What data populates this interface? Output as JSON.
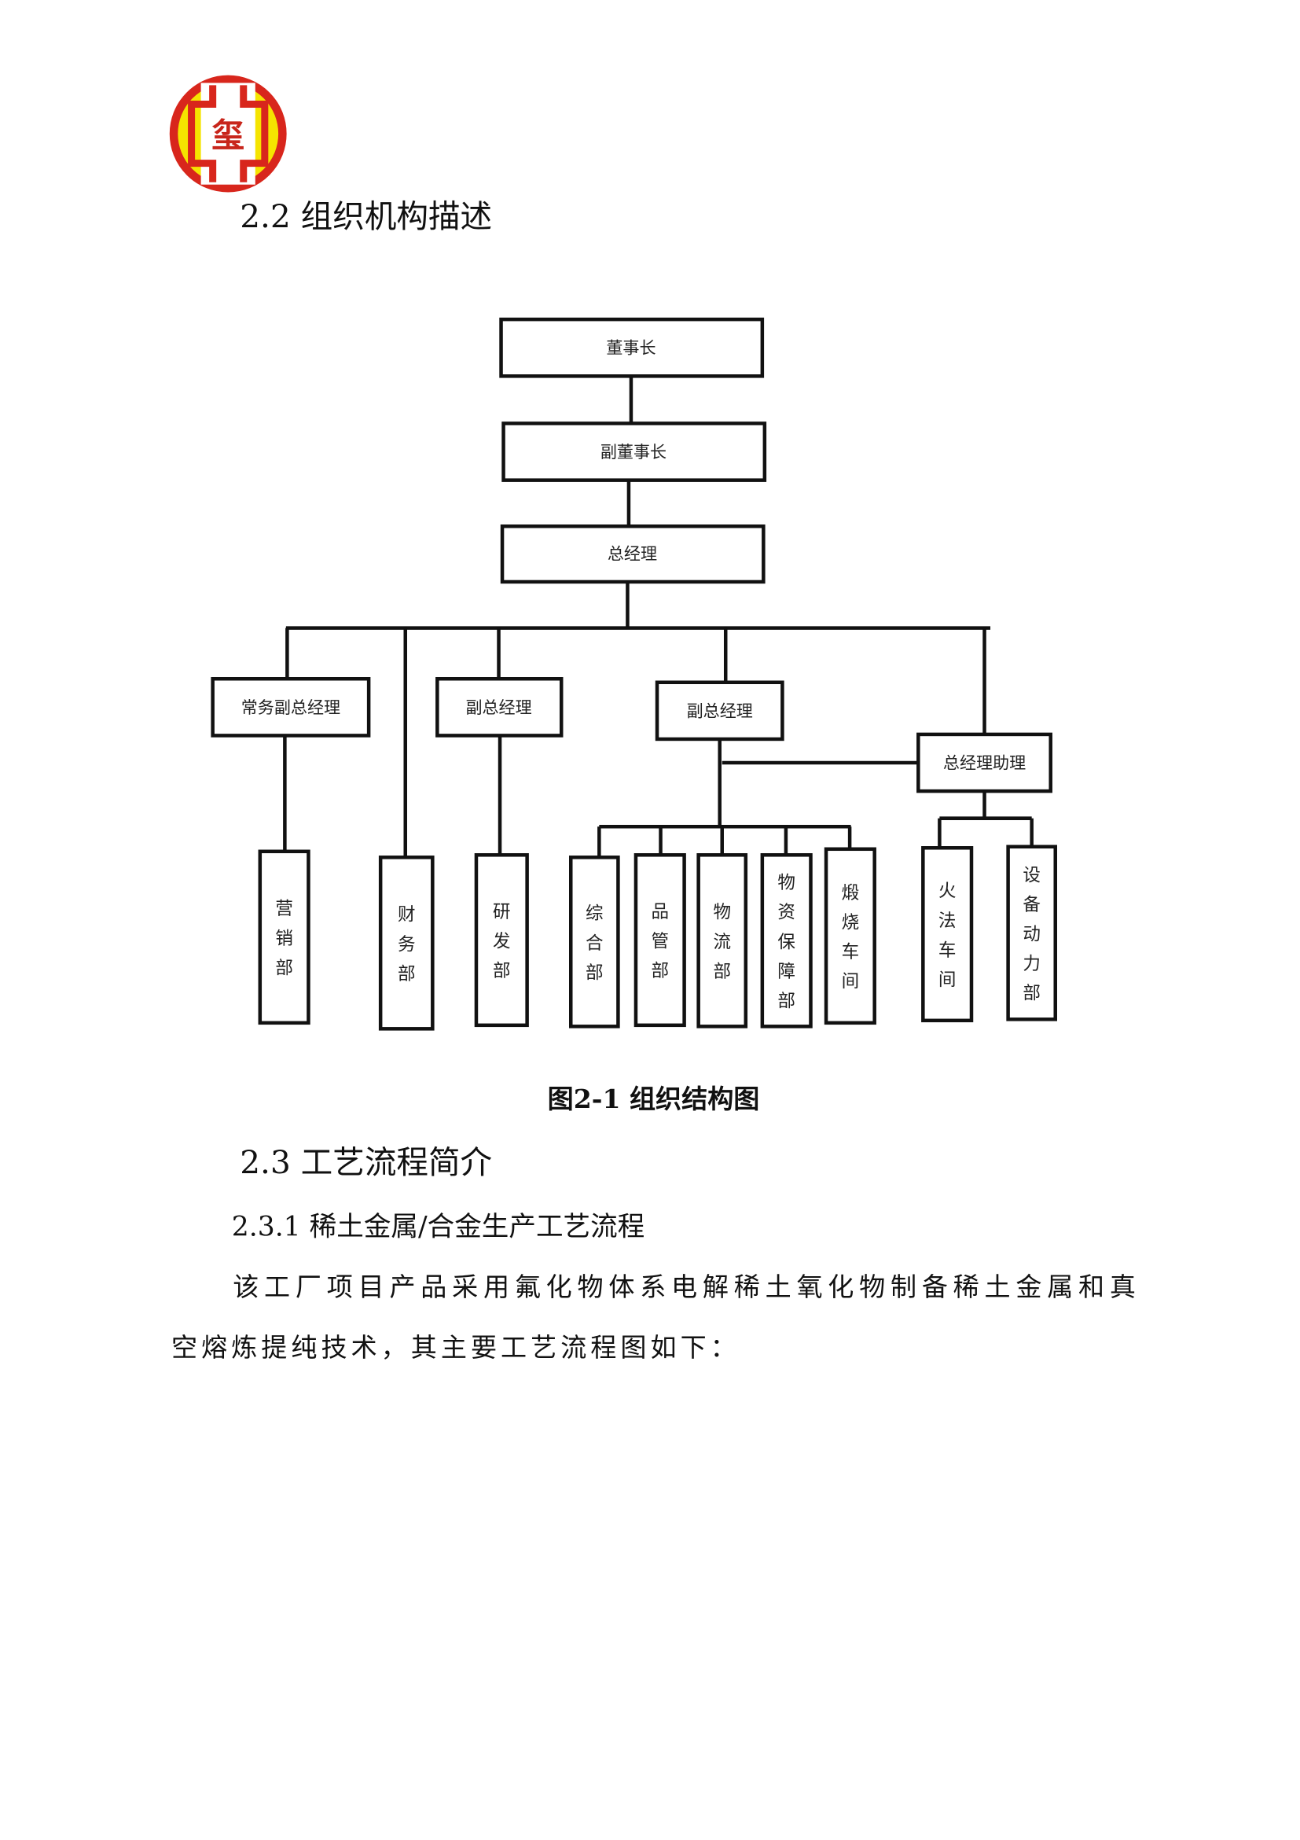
{
  "logo": {
    "glyph": "玺"
  },
  "section_2_2": {
    "title": "2.2 组织机构描述"
  },
  "org_chart": {
    "chairman": "董事长",
    "vice_chairman": "副董事长",
    "general_manager": "总经理",
    "executive_deputy_gm": "常务副总经理",
    "deputy_gm_1": "副总经理",
    "deputy_gm_2": "副总经理",
    "gm_assistant": "总经理助理",
    "departments": [
      [
        "营",
        "销",
        "部"
      ],
      [
        "财",
        "务",
        "部"
      ],
      [
        "研",
        "发",
        "部"
      ],
      [
        "综",
        "合",
        "部"
      ],
      [
        "品",
        "管",
        "部"
      ],
      [
        "物",
        "流",
        "部"
      ],
      [
        "物",
        "资",
        "保",
        "障",
        "部"
      ],
      [
        "煅",
        "烧",
        "车",
        "间"
      ],
      [
        "火",
        "法",
        "车",
        "间"
      ],
      [
        "设",
        "备",
        "动",
        "力",
        "部"
      ]
    ],
    "caption": "图2-1 组织结构图"
  },
  "section_2_3": {
    "title": "2.3 工艺流程简介"
  },
  "section_2_3_1": {
    "title": "2.3.1 稀土金属/合金生产工艺流程",
    "paragraph_line1": "该工厂项目产品采用氟化物体系电解稀土氧化物制备稀土金属和真",
    "paragraph_line2": "空熔炼提纯技术，其主要工艺流程图如下："
  }
}
